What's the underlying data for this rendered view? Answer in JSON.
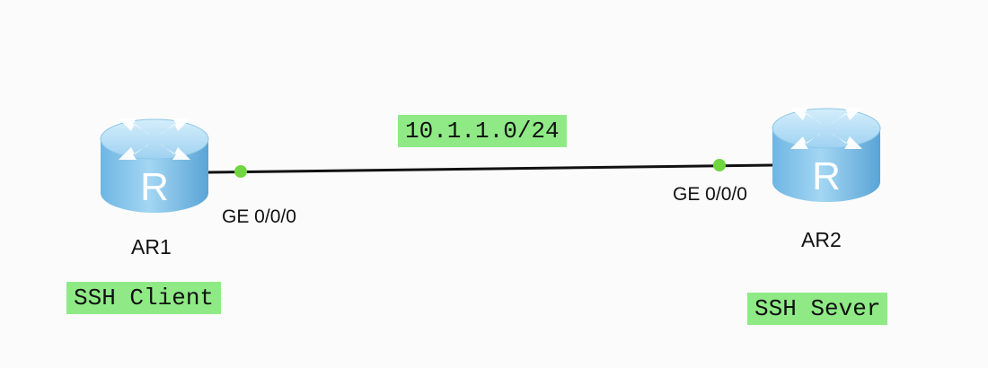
{
  "devices": [
    {
      "name": "AR1",
      "icon": "router-icon",
      "role": "SSH Client",
      "interface": "GE 0/0/0"
    },
    {
      "name": "AR2",
      "icon": "router-icon",
      "role": "SSH Sever",
      "interface": "GE 0/0/0"
    }
  ],
  "link": {
    "network": "10.1.1.0/24"
  },
  "colors": {
    "router_body": "#8ec9ec",
    "router_top": "#b5e0f7",
    "tag_background": "#8fea86",
    "port_dot": "#6fd640",
    "link": "#111111"
  }
}
